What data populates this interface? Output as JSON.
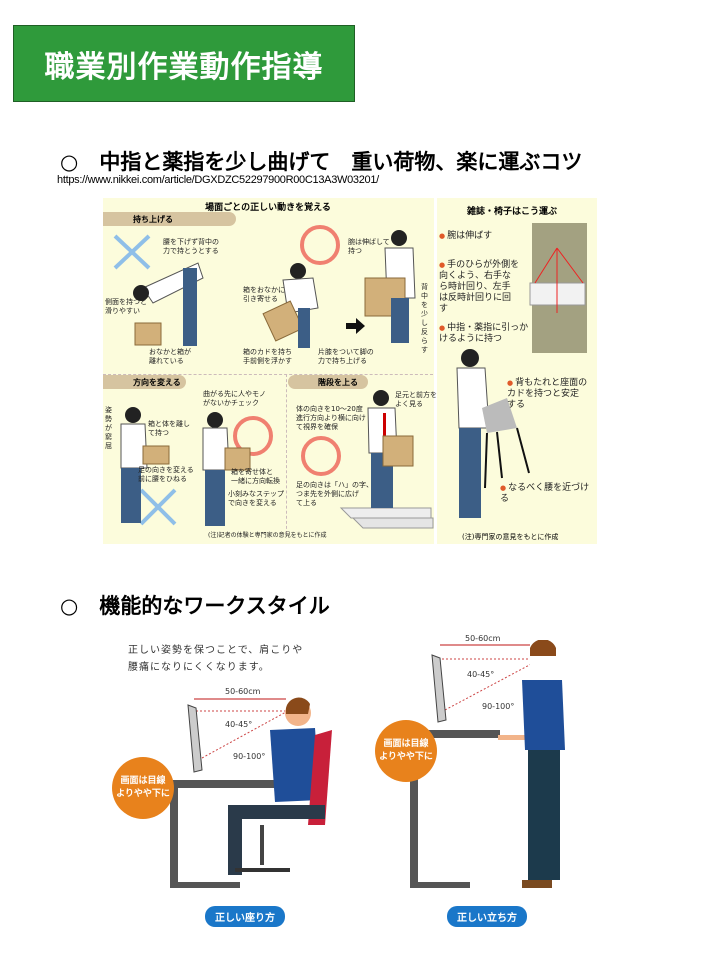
{
  "title": "職業別作業動作指導",
  "section1": {
    "heading": "○　中指と薬指を少し曲げて　重い荷物、楽に運ぶコツ",
    "url": "https://www.nikkei.com/article/DGXDZC52297900R00C13A3W03201/",
    "infographic": {
      "main_title": "場面ごとの正しい動きを覚える",
      "lift": {
        "label": "持ち上げる",
        "notes": [
          "腰を下げず背中の\n力で持とうとする",
          "側面を持つと\n滑りやすい",
          "おなかと箱が\n離れている",
          "箱をおなかに\n引き寄せる",
          "箱のカドを持ち\n手前側を浮かす",
          "片膝をついて脚の\n力で持ち上げる",
          "腕は伸ばして\n持つ",
          "背中を\n少し\n反らす"
        ]
      },
      "turn": {
        "label": "方向を変える",
        "notes": [
          "姿勢が\n窮屈",
          "箱と体を離し\nて持つ",
          "足の向きを変える\n前に腰をひねる",
          "曲がる先に人やモノ\nがないかチェック",
          "箱を寄せ体と\n一緒に方向転換",
          "小刻みなステップ\nで向きを変える"
        ]
      },
      "stairs": {
        "label": "階段を上る",
        "notes": [
          "体の向きを10〜20度\n進行方向より横に向け\nて視界を確保",
          "足元と前方を\nよく見る",
          "足の向きは「ハ」の字、\nつま先を外側に広げ\nて上る"
        ]
      },
      "left_footnote": "(注)記者の体験と専門家の意見をもとに作成",
      "right": {
        "title": "雑誌・椅子はこう運ぶ",
        "notes": [
          "腕は伸ばす",
          "手のひらが外側を\n向くよう、右手な\nら時計回り、左手\nは反時計回りに回\nす",
          "中指・薬指に引っか\nけるように持つ",
          "背もたれと座面の\nカドを持つと安定\nする",
          "なるべく腰を近づける"
        ],
        "footnote": "(注)専門家の意見をもとに作成"
      }
    }
  },
  "section2": {
    "heading": "○　機能的なワークスタイル",
    "intro": "正しい姿勢を保つことで、肩こりや\n腰痛になりにくくなります。",
    "sitting": {
      "distance": "50-60cm",
      "angle1": "40-45°",
      "angle2": "90-100°",
      "bubble": "画面は目線\nよりやや下に",
      "label": "正しい座り方"
    },
    "standing": {
      "distance": "50-60cm",
      "angle1": "40-45°",
      "angle2": "90-100°",
      "bubble": "画面は目線\nよりやや下に",
      "label": "正しい立ち方"
    }
  }
}
